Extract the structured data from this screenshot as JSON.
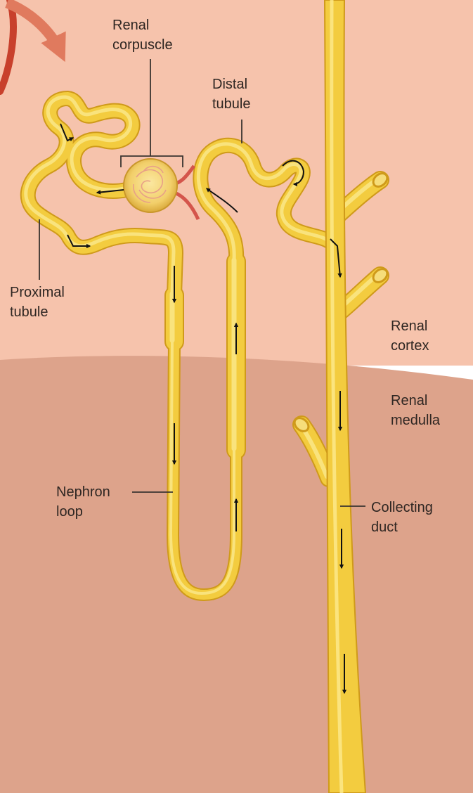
{
  "colors": {
    "cortex": "#f6c3ac",
    "medulla": "#dda38b",
    "tubule_fill": "#f3cc3f",
    "tubule_edge": "#cf9a1a",
    "tubule_highlight": "#fbe88a",
    "arrow": "#111111",
    "label_text": "#2e2622",
    "leader_line": "#3a3430",
    "incoming_arrow": "#e07a5e",
    "artery_outer": "#c8402c",
    "blood_vessels": "#d4554b"
  },
  "labels": {
    "renal_corpuscle": "Renal\ncorpuscle",
    "distal_tubule": "Distal\ntubule",
    "proximal_tubule": "Proximal\ntubule",
    "renal_cortex": "Renal\ncortex",
    "renal_medulla": "Renal\nmedulla",
    "nephron_loop": "Nephron\nloop",
    "collecting_duct": "Collecting\nduct"
  }
}
